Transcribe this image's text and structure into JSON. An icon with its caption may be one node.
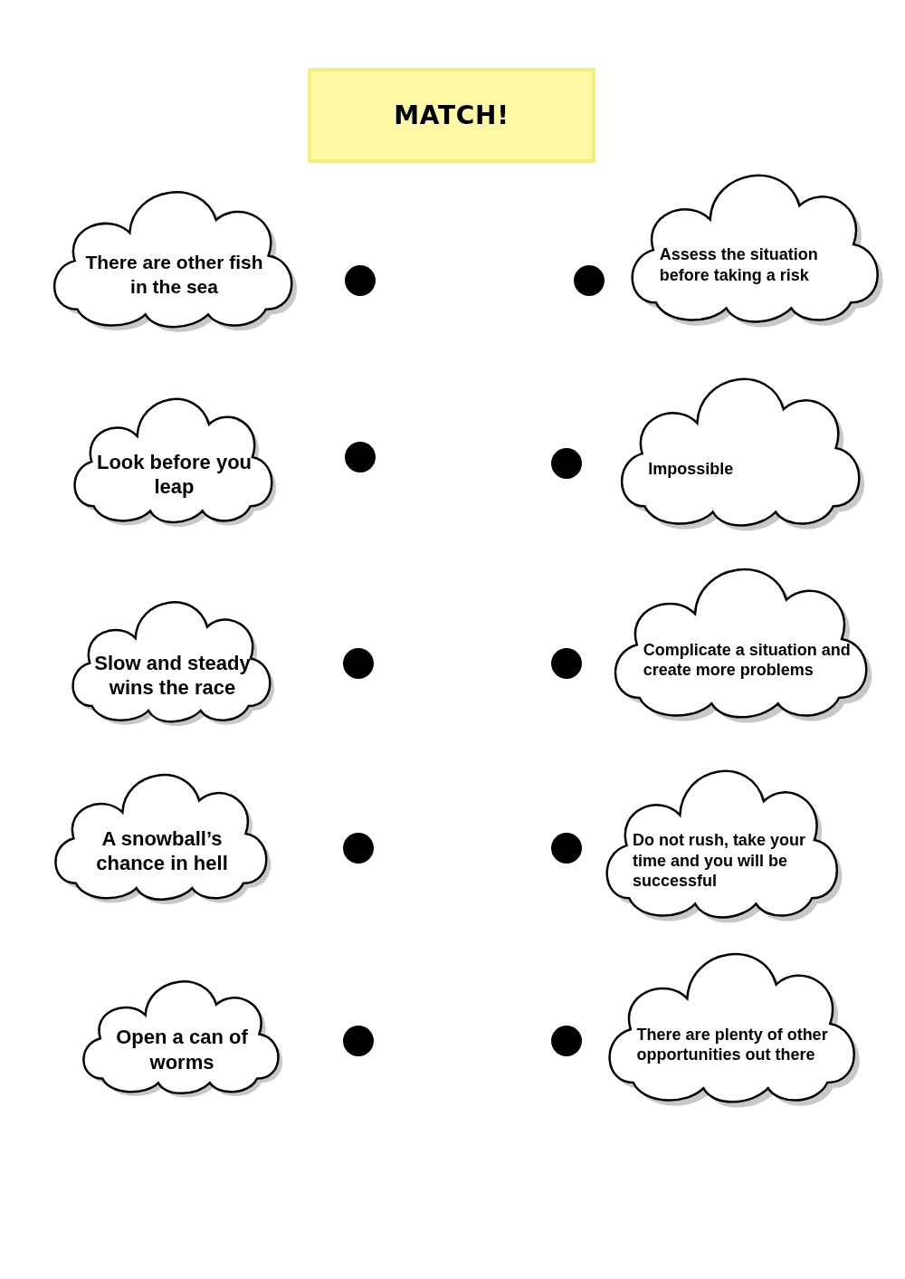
{
  "diagram": {
    "title": "MATCH!",
    "nodes": [
      {
        "text": [
          "There are other fish in the sea"
        ]
      },
      {
        "text": [],
        "shape": "circle"
      },
      {
        "text": [],
        "shape": "circle"
      },
      {
        "text": [
          "Assess the situation before taking a risk"
        ]
      },
      {
        "text": [
          "Look before you leap"
        ]
      },
      {
        "text": [],
        "shape": "circle"
      },
      {
        "text": [],
        "shape": "circle"
      },
      {
        "text": [
          "Impossible"
        ]
      },
      {
        "text": [
          "Slow and steady wins the race"
        ]
      },
      {
        "text": [],
        "shape": "circle"
      },
      {
        "text": [],
        "shape": "circle"
      },
      {
        "text": [
          "Complicate a situation and create more problems"
        ]
      },
      {
        "text": [
          "A snowball’s chance in hell"
        ]
      },
      {
        "text": [],
        "shape": "circle"
      },
      {
        "text": [],
        "shape": "circle"
      },
      {
        "text": [
          "Do not rush, take your time and you will be successful"
        ]
      },
      {
        "text": [
          "Open a can of worms"
        ]
      },
      {
        "text": [],
        "shape": "circle"
      },
      {
        "text": [],
        "shape": "circle"
      },
      {
        "text": [
          "There are plenty of other opportunities out there"
        ]
      }
    ]
  }
}
